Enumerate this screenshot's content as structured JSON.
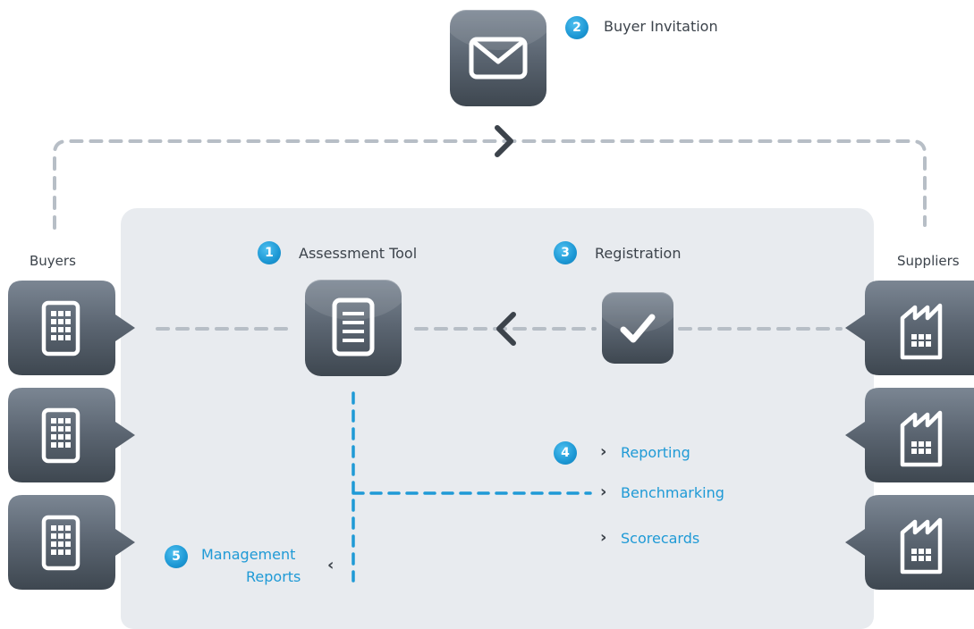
{
  "steps": {
    "assessment": {
      "number": "1",
      "label": "Assessment Tool"
    },
    "invitation": {
      "number": "2",
      "label": "Buyer Invitation"
    },
    "registration": {
      "number": "3",
      "label": "Registration"
    },
    "reports": {
      "number": "4",
      "items": [
        "Reporting",
        "Benchmarking",
        "Scorecards"
      ]
    },
    "management": {
      "number": "5",
      "line1": "Management",
      "line2": "Reports"
    }
  },
  "groups": {
    "buyers": "Buyers",
    "suppliers": "Suppliers"
  },
  "icons": {
    "invitation": "envelope-icon",
    "assessment": "document-icon",
    "registration": "checkmark-icon",
    "buyer": "office-building-icon",
    "supplier": "factory-icon"
  },
  "colors": {
    "tile": "#5a6470",
    "panel": "#e8ebef",
    "accent": "#1f9ad6",
    "dash_gray": "#b7bec6"
  }
}
